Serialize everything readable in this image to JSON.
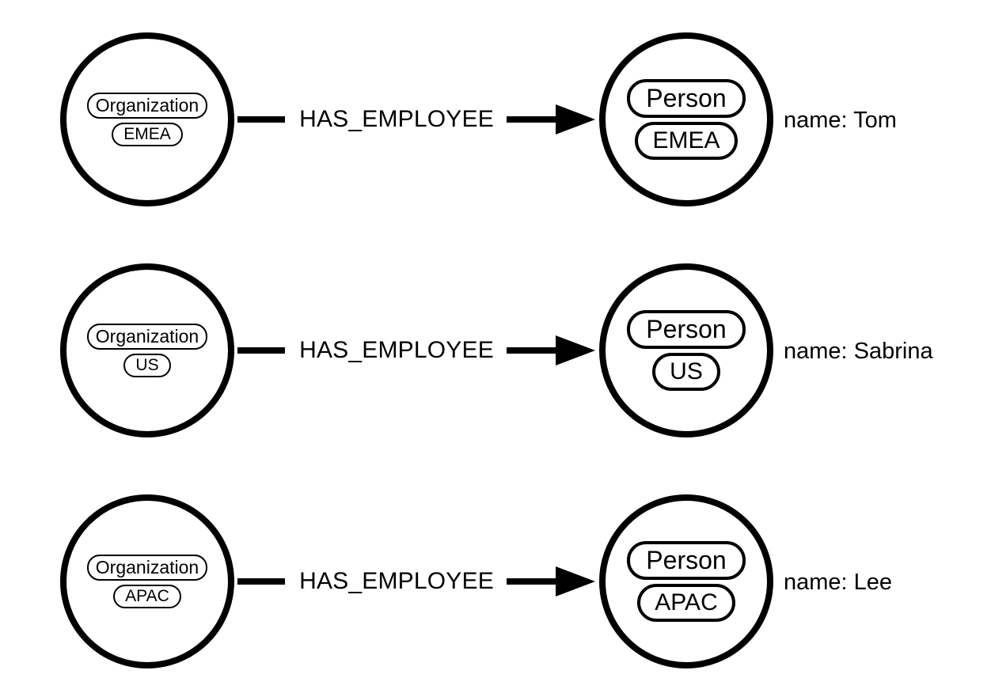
{
  "relationship": "HAS_EMPLOYEE",
  "rows": [
    {
      "source": {
        "type": "Organization",
        "region": "EMEA"
      },
      "target": {
        "type": "Person",
        "region": "EMEA"
      },
      "property": "name: Tom"
    },
    {
      "source": {
        "type": "Organization",
        "region": "US"
      },
      "target": {
        "type": "Person",
        "region": "US"
      },
      "property": "name: Sabrina"
    },
    {
      "source": {
        "type": "Organization",
        "region": "APAC"
      },
      "target": {
        "type": "Person",
        "region": "APAC"
      },
      "property": "name: Lee"
    }
  ],
  "colors": {
    "ink": "#000000",
    "background": "#ffffff"
  }
}
